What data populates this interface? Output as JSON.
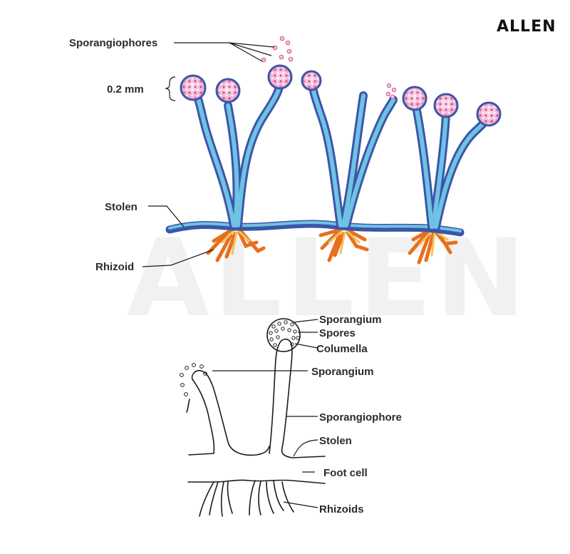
{
  "brand": {
    "logo_text": "ALLEN",
    "watermark_text": "ALLEN"
  },
  "colors": {
    "hypha_light": "#6fc2e3",
    "hypha_dark": "#3b56a8",
    "sporangium_fill": "#f3c6dc",
    "spore_dot": "#d64f8d",
    "rhizoid_orange": "#e86f1c",
    "rhizoid_yellow": "#f6c15a"
  },
  "top_figure": {
    "labels": {
      "sporangiophores": "Sporangiophores",
      "scale": "0.2 mm",
      "stolen": "Stolen",
      "rhizoid": "Rhizoid"
    }
  },
  "bottom_figure": {
    "labels": {
      "sporangium_top": "Sporangium",
      "spores": "Spores",
      "columella": "Columella",
      "sporangium_burst": "Sporangium",
      "sporangiophore": "Sporangiophore",
      "stolen": "Stolen",
      "foot_cell": "Foot cell",
      "rhizoids": "Rhizoids"
    }
  }
}
